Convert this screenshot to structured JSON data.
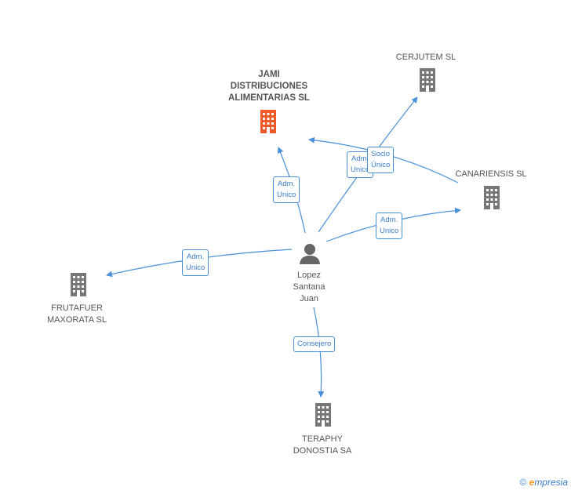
{
  "person": {
    "name": "Lopez\nSantana\nJuan",
    "icon": "person-icon"
  },
  "companies": [
    {
      "id": "jami",
      "name": "JAMI\nDISTRIBUCIONES\nALIMENTARIAS SL",
      "main": true,
      "color": "#f05a28",
      "icon": "building-icon"
    },
    {
      "id": "cerjutem",
      "name": "CERJUTEM SL",
      "color": "#777777",
      "icon": "building-icon"
    },
    {
      "id": "canariensis",
      "name": "CANARIENSIS SL",
      "color": "#777777",
      "icon": "building-icon"
    },
    {
      "id": "frutafuer",
      "name": "FRUTAFUER\nMAXORATA SL",
      "color": "#777777",
      "icon": "building-icon"
    },
    {
      "id": "teraphy",
      "name": "TERAPHY\nDONOSTIA SA",
      "color": "#777777",
      "icon": "building-icon"
    }
  ],
  "edges": [
    {
      "to": "jami",
      "label": "Adm.\nUnico"
    },
    {
      "to": "cerjutem",
      "label": "Adm.\nUnico"
    },
    {
      "to": "canariensis",
      "label": "Adm.\nUnico"
    },
    {
      "to": "frutafuer",
      "label": "Adm.\nUnico"
    },
    {
      "to": "teraphy",
      "label": "Consejero"
    },
    {
      "from": "canariensis",
      "to": "jami",
      "label": "Socio\nÚnico"
    }
  ],
  "footer": {
    "copyright": "©",
    "brand_first": "e",
    "brand_rest": "mpresia"
  },
  "colors": {
    "edge": "#4a90d9",
    "main_node": "#f05a28",
    "node": "#777777"
  }
}
